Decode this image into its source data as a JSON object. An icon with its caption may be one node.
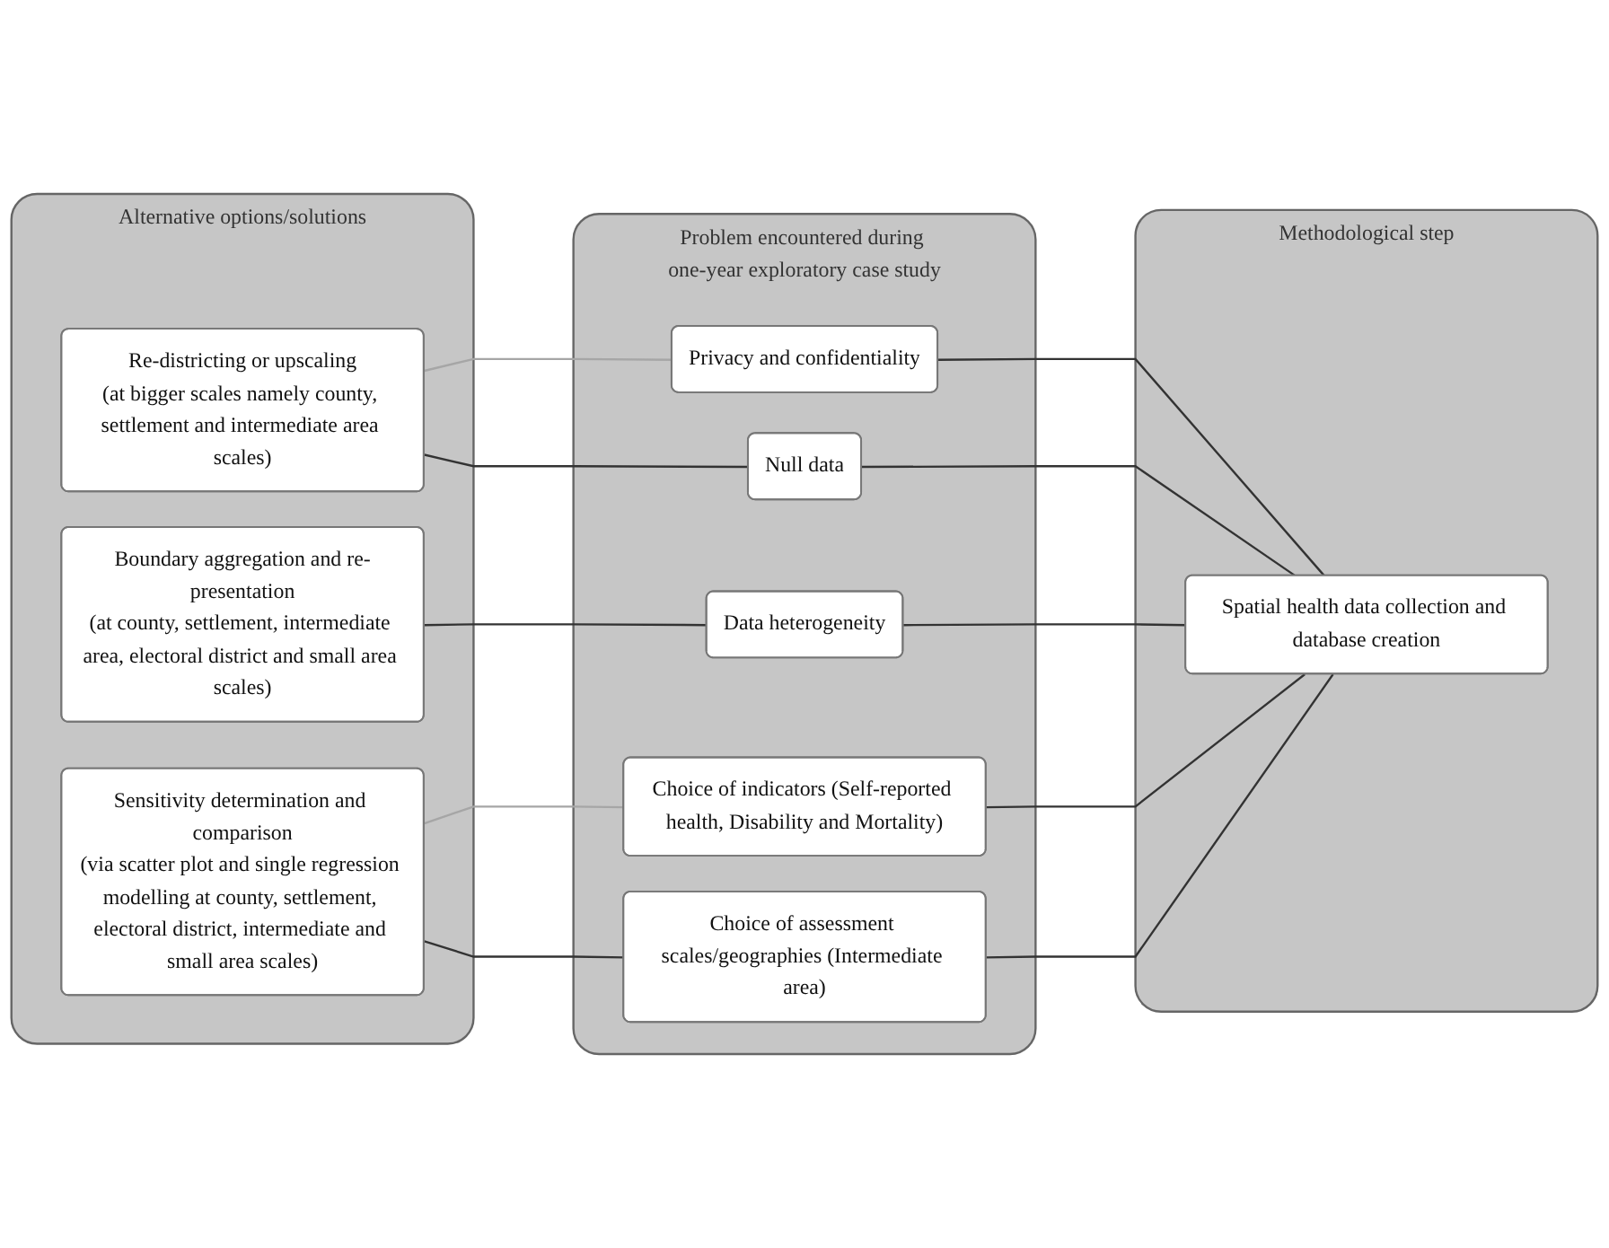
{
  "diagram": {
    "nodes": [
      {
        "text": [
          "Alternative options/solutions"
        ]
      },
      {
        "text": [
          "Re-districting or upscaling",
          "(at bigger scales namely county, settlement and intermediate area scales)"
        ],
        "in": 0
      },
      {
        "text": [
          "Boundary aggregation and re-presentation",
          "(at county, settlement, intermediate area, electoral district and small area scales)"
        ],
        "in": 0
      },
      {
        "text": [
          "Sensitivity determination and comparison",
          "(via scatter plot and single regression modelling at county, settlement, electoral district, intermediate and small area scales)"
        ],
        "in": 0
      },
      {
        "text": [
          "Problem encountered during one-year exploratory case study"
        ]
      },
      {
        "text": [
          "Privacy and confidentiality"
        ],
        "in": 4
      },
      {
        "text": [
          "Null data"
        ],
        "in": 4
      },
      {
        "text": [
          "Data heterogeneity"
        ],
        "in": 4
      },
      {
        "text": [
          "Choice of indicators (Self-reported health, Disability and Mortality)"
        ],
        "in": 4
      },
      {
        "text": [
          "Choice of assessment scales/geographies (Intermediate area)"
        ],
        "in": 4
      },
      {
        "text": [
          "Methodological step"
        ]
      },
      {
        "text": [
          "Spatial health data collection and database creation"
        ],
        "in": 10
      }
    ],
    "edges": [
      {
        "from": 1,
        "to": 5,
        "arrow": "none",
        "color": "#a6a6a6"
      },
      {
        "from": 1,
        "to": 6,
        "arrow": "none"
      },
      {
        "from": 2,
        "to": 7,
        "arrow": "none"
      },
      {
        "from": 3,
        "to": 8,
        "arrow": "none",
        "color": "#a6a6a6"
      },
      {
        "from": 3,
        "to": 9,
        "arrow": "none"
      },
      {
        "from": 5,
        "to": 11,
        "arrow": "none"
      },
      {
        "from": 6,
        "to": 11,
        "arrow": "none"
      },
      {
        "from": 7,
        "to": 11,
        "arrow": "none"
      },
      {
        "from": 8,
        "to": 11,
        "arrow": "none"
      },
      {
        "from": 9,
        "to": 11,
        "arrow": "none"
      }
    ]
  }
}
